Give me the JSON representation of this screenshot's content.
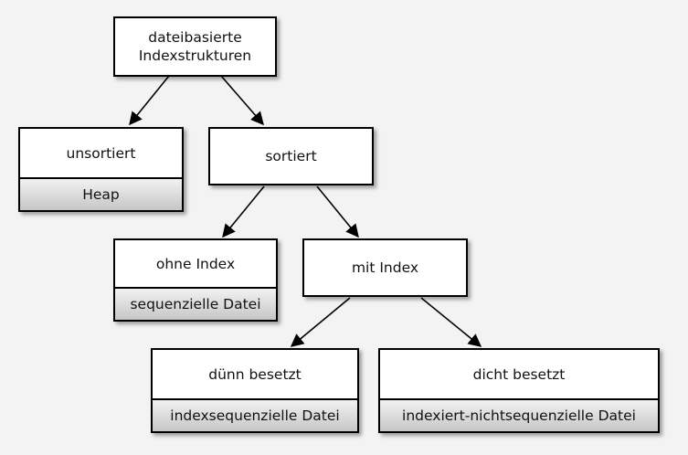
{
  "diagram": {
    "root": {
      "title": "dateibasierte\nIndexstrukturen"
    },
    "unsorted": {
      "title": "unsortiert",
      "sub": "Heap"
    },
    "sorted": {
      "title": "sortiert"
    },
    "no_index": {
      "title": "ohne Index",
      "sub": "sequenzielle Datei"
    },
    "with_index": {
      "title": "mit Index"
    },
    "sparse": {
      "title": "dünn besetzt",
      "sub": "indexsequenzielle Datei"
    },
    "dense": {
      "title": "dicht besetzt",
      "sub": "indexiert-nichtsequenzielle Datei"
    },
    "edges": [
      {
        "from": "root",
        "to": "unsorted"
      },
      {
        "from": "root",
        "to": "sorted"
      },
      {
        "from": "sorted",
        "to": "no_index"
      },
      {
        "from": "sorted",
        "to": "with_index"
      },
      {
        "from": "with_index",
        "to": "sparse"
      },
      {
        "from": "with_index",
        "to": "dense"
      }
    ]
  }
}
